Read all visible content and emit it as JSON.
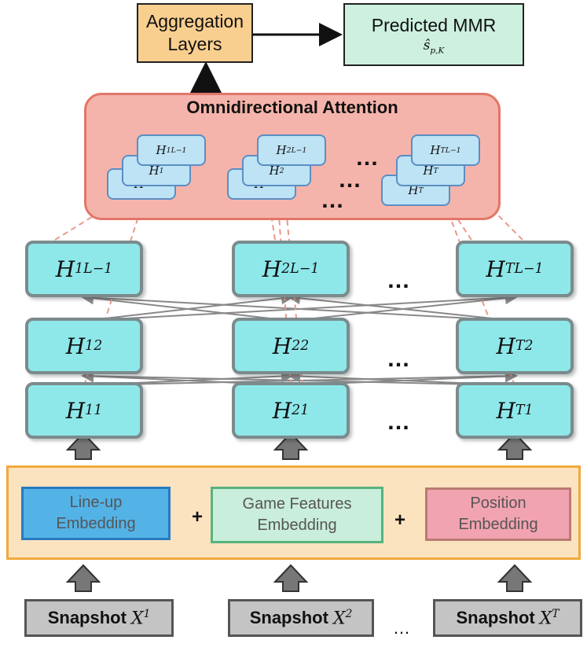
{
  "top": {
    "aggregation": [
      "Aggregation",
      "Layers"
    ],
    "predicted_title": "Predicted MMR",
    "predicted_math": "ŝ_{p,K}"
  },
  "attention": {
    "title": "Omnidirectional Attention",
    "groups": [
      {
        "base": "H",
        "sub": "1",
        "sup": "L−1",
        "back_sub": "1"
      },
      {
        "base": "H",
        "sub": "2",
        "sup": "L−1",
        "back_sub": "2"
      },
      {
        "base": "H",
        "sub": "T",
        "sup": "L−1",
        "back_sub": "T"
      }
    ],
    "dots": "…"
  },
  "layers": [
    {
      "sup": "L−1",
      "cells": [
        "1",
        "2",
        "T"
      ]
    },
    {
      "sup": "2",
      "cells": [
        "1",
        "2",
        "T"
      ]
    },
    {
      "sup": "1",
      "cells": [
        "1",
        "2",
        "T"
      ]
    }
  ],
  "ellipsis": "…",
  "embeddings": {
    "lineup": [
      "Line-up",
      "Embedding"
    ],
    "game": [
      "Game Features",
      "Embedding"
    ],
    "position": [
      "Position",
      "Embedding"
    ],
    "plus": "+"
  },
  "snapshots": {
    "label": "Snapshot",
    "vars": [
      {
        "base": "X",
        "sup": "1"
      },
      {
        "base": "X",
        "sup": "2"
      },
      {
        "base": "X",
        "sup": "T"
      }
    ],
    "dots": "…"
  },
  "colors": {
    "aggregation_fill": "#f9cf8f",
    "predicted_fill": "#cdf0df",
    "attention_fill": "#f5b4ab",
    "attention_border": "#e27668",
    "mini_fill": "#bde3f5",
    "layer_fill": "#8ee8ea",
    "band_fill": "#fce3c0",
    "band_border": "#f2a93b",
    "lineup_fill": "#53b3e7",
    "game_fill": "#c9eedb",
    "position_fill": "#f2a3b1",
    "snapshot_fill": "#c4c4c4"
  }
}
